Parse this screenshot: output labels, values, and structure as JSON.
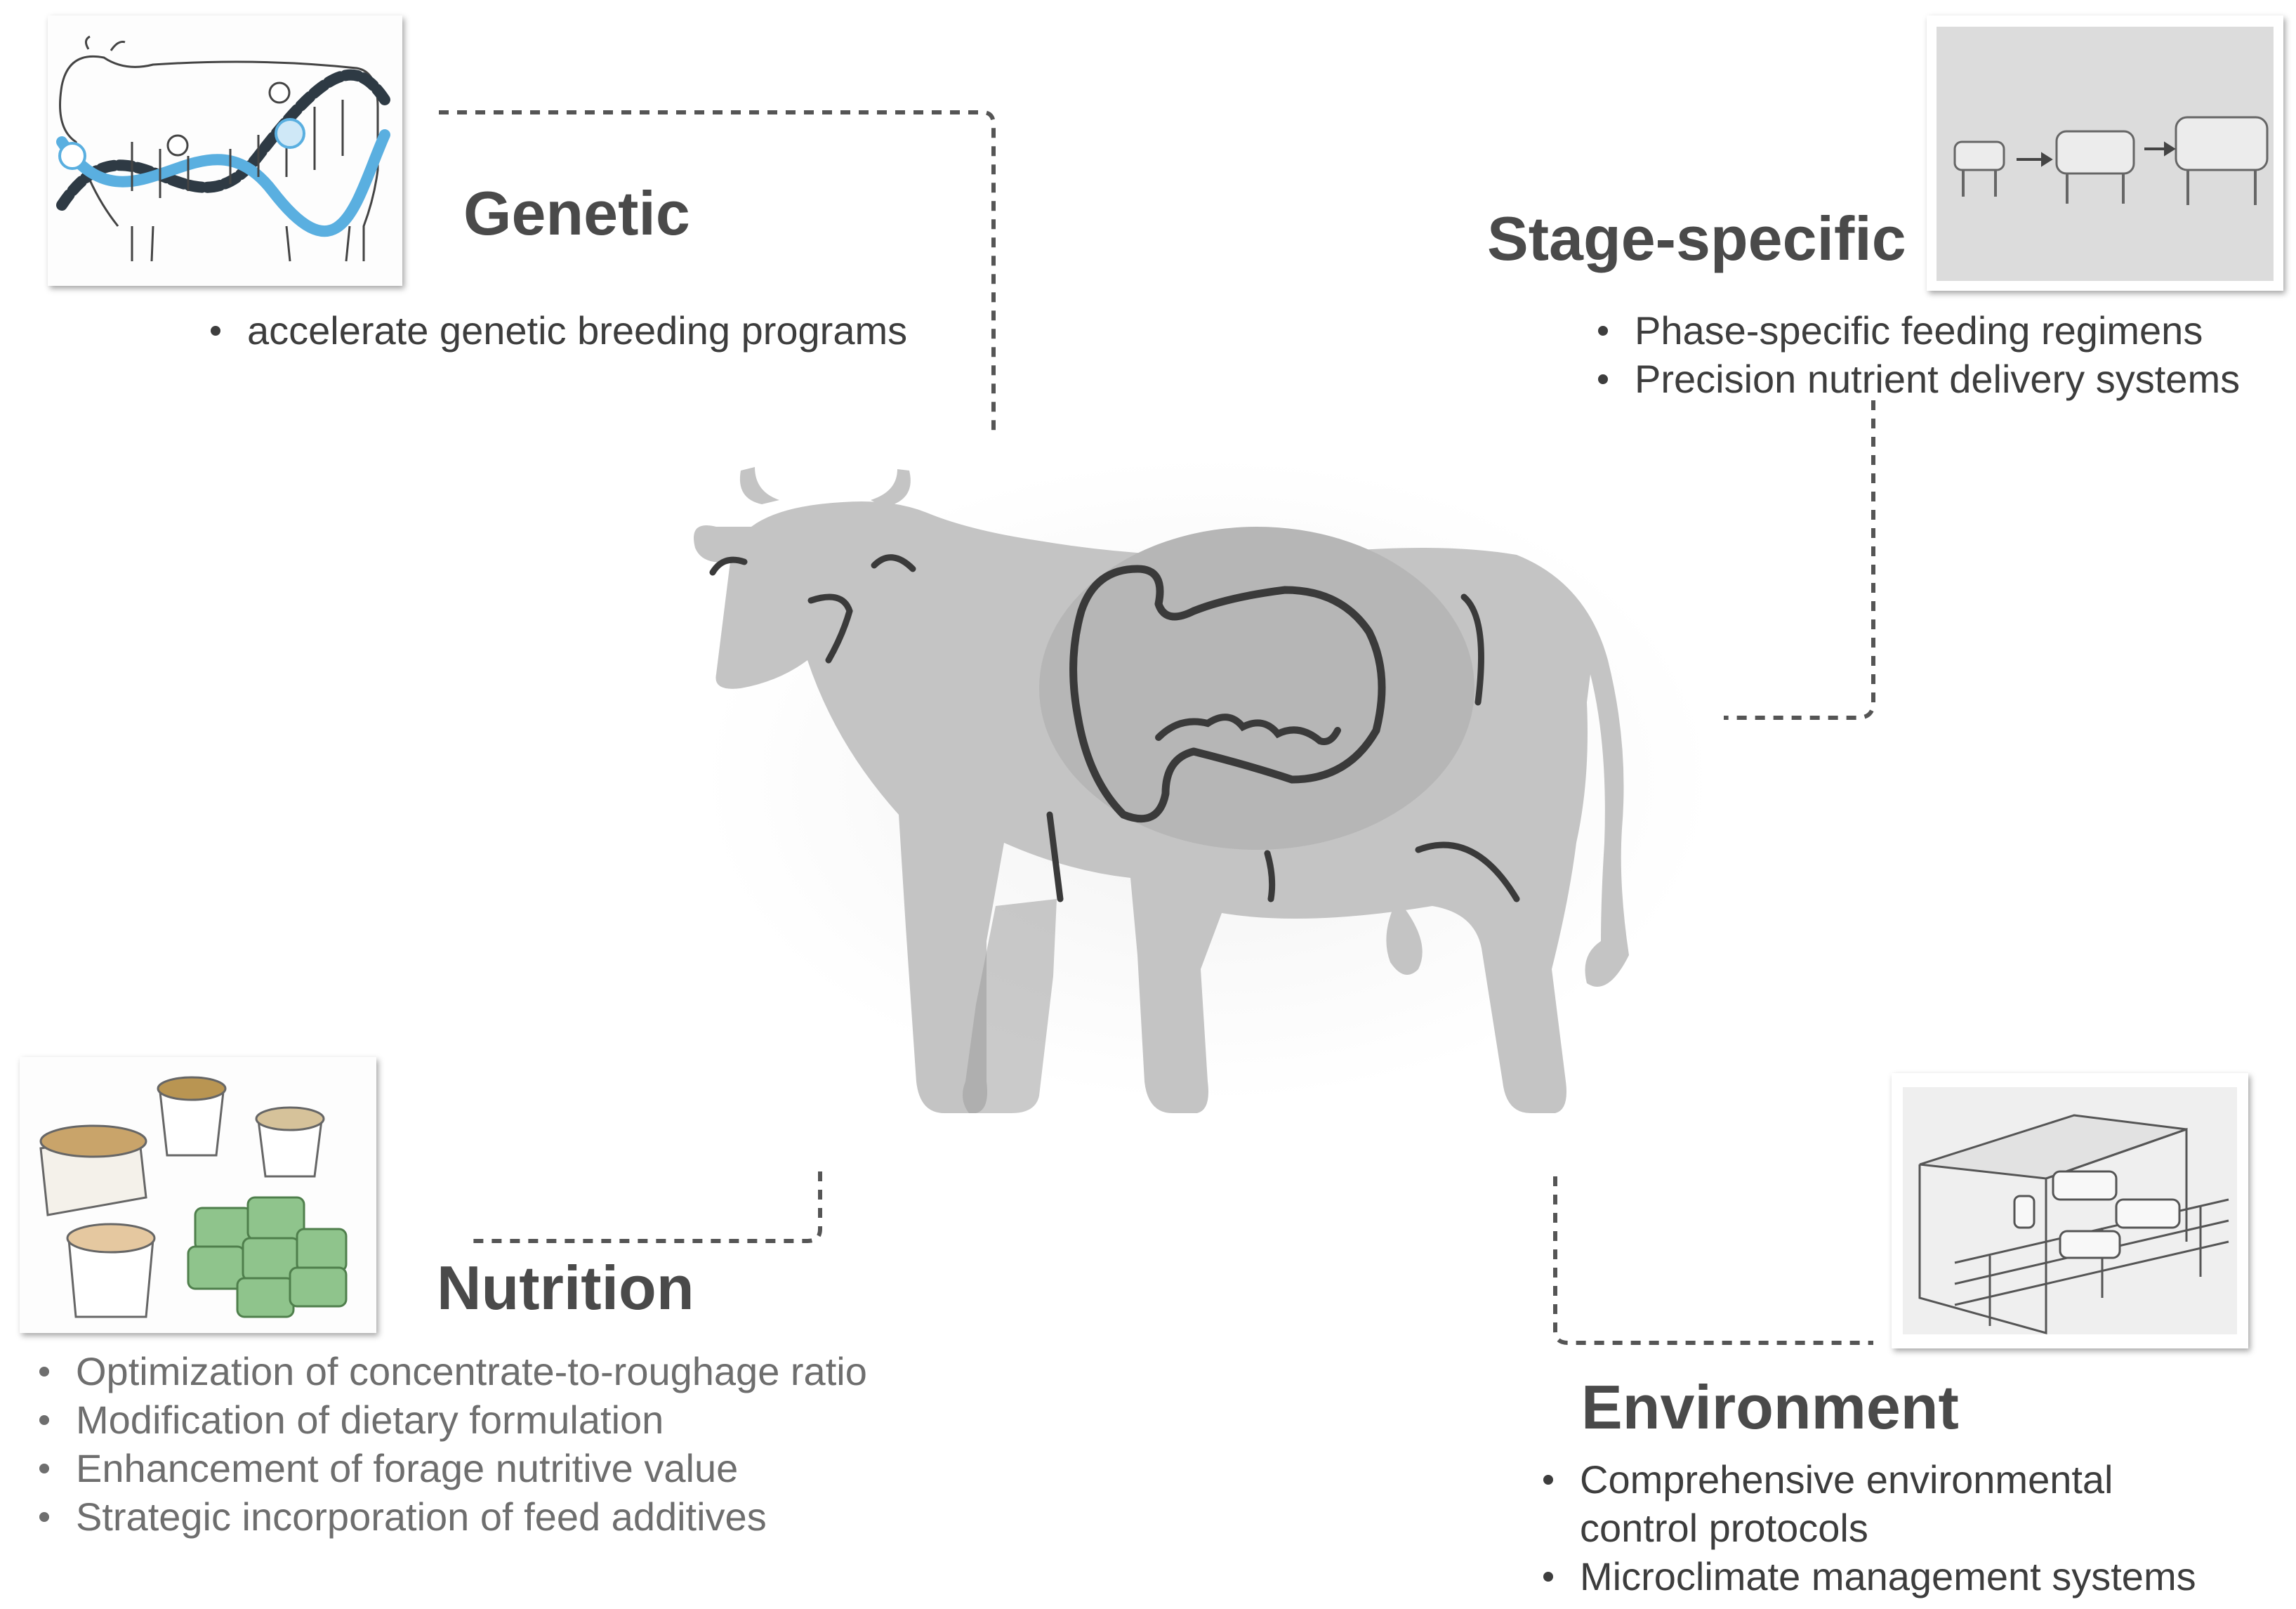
{
  "sections": {
    "genetic": {
      "title": "Genetic",
      "bullets": [
        "accelerate genetic breeding programs"
      ]
    },
    "stage": {
      "title": "Stage-specific",
      "bullets": [
        "Phase-specific feeding regimens",
        "Precision nutrient delivery systems"
      ]
    },
    "nutrition": {
      "title": "Nutrition",
      "bullets": [
        "Optimization of concentrate-to-roughage ratio",
        "Modification of dietary formulation",
        "Enhancement of forage nutritive value",
        "Strategic incorporation of feed additives"
      ]
    },
    "environment": {
      "title": "Environment",
      "bullets": [
        "Comprehensive environmental",
        "control protocols",
        "Microclimate management systems"
      ]
    }
  },
  "colors": {
    "heading": "#4a4a4a",
    "cow": "#c4c4c4",
    "cow_outline": "#3a3a3a",
    "dna_blue": "#5aafe0",
    "dna_dark": "#2e3a44",
    "hay_green": "#8fc48c",
    "connector": "#555555"
  },
  "icons": [
    "dna-cow-icon",
    "cow-growth-icon",
    "feed-buckets-icon",
    "barn-icon",
    "cow-rumen-icon"
  ]
}
